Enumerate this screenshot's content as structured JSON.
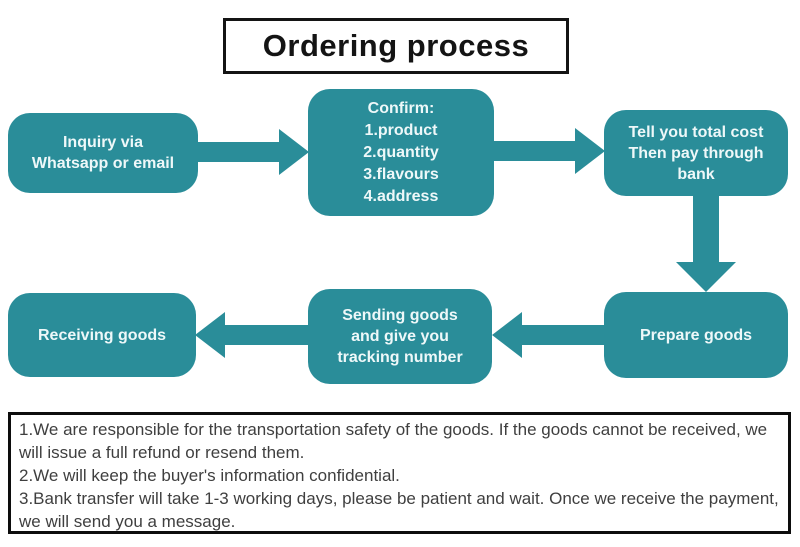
{
  "title": "Ordering process",
  "colors": {
    "node_fill": "#2a8d99",
    "node_text": "#eef8f9",
    "title_text": "#141414",
    "note_text": "#3f3f3f",
    "border_black": "#0d0d0d"
  },
  "flow": {
    "boxes": [
      {
        "id": "inquiry",
        "text": "Inquiry via\nWhatsapp or email"
      },
      {
        "id": "confirm",
        "text": "Confirm:\n1.product\n2.quantity\n3.flavours\n4.address"
      },
      {
        "id": "total-cost",
        "text": "Tell you total cost\nThen pay through\nbank"
      },
      {
        "id": "prepare",
        "text": "Prepare goods"
      },
      {
        "id": "sending",
        "text": "Sending goods\nand give you\ntracking number"
      },
      {
        "id": "receiving",
        "text": "Receiving goods"
      }
    ],
    "arrows": [
      {
        "from": "inquiry",
        "to": "confirm",
        "direction": "right"
      },
      {
        "from": "confirm",
        "to": "total-cost",
        "direction": "right"
      },
      {
        "from": "total-cost",
        "to": "prepare",
        "direction": "down"
      },
      {
        "from": "prepare",
        "to": "sending",
        "direction": "left"
      },
      {
        "from": "sending",
        "to": "receiving",
        "direction": "left"
      }
    ]
  },
  "notes": {
    "lines": [
      "1.We are responsible for the transportation safety of the goods. If the goods cannot be received, we will issue a full refund or resend them.",
      "2.We will keep the buyer's information confidential.",
      "3.Bank transfer will take 1-3 working days, please be patient and wait. Once we receive the payment, we will send you a message."
    ]
  }
}
